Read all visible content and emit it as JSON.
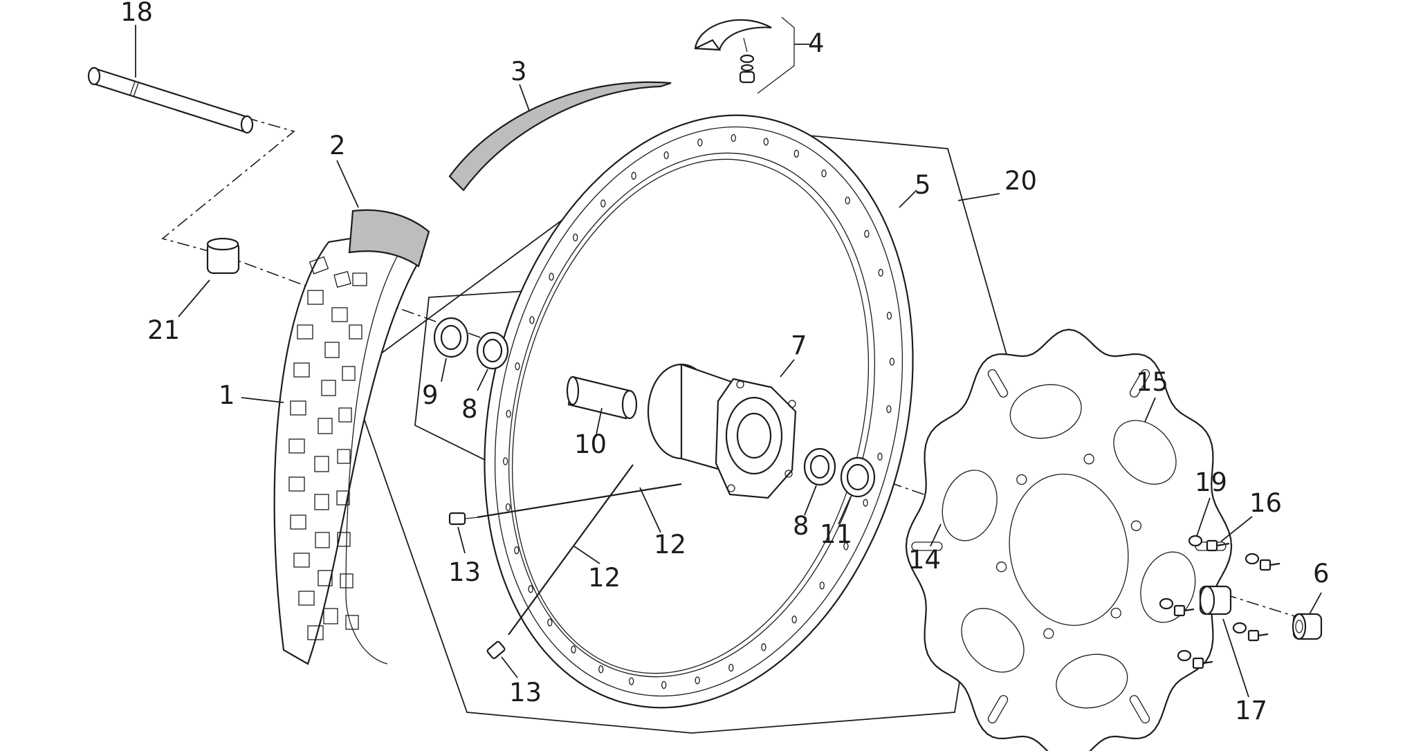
{
  "callouts": {
    "c1": "1",
    "c2": "2",
    "c3": "3",
    "c4": "4",
    "c5": "5",
    "c6": "6",
    "c7": "7",
    "c8a": "8",
    "c8b": "8",
    "c9": "9",
    "c10": "10",
    "c11": "11",
    "c12a": "12",
    "c12b": "12",
    "c13a": "13",
    "c13b": "13",
    "c14": "14",
    "c15": "15",
    "c16": "16",
    "c17": "17",
    "c18": "18",
    "c19": "19",
    "c20": "20",
    "c21": "21"
  },
  "colors": {
    "line": "#1c1c1c",
    "fill_gray": "#bdbdbd",
    "background": "#ffffff"
  }
}
